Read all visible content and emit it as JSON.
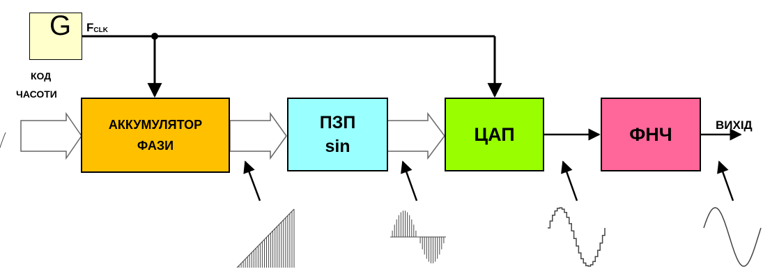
{
  "generator": {
    "symbol": "G",
    "clock_label": "F",
    "clock_subscript": "CLK",
    "color": "#ffffcc"
  },
  "input_label": {
    "line1": "КОД",
    "line2": "ЧАСОТИ"
  },
  "blocks": [
    {
      "id": "accumulator",
      "line1": "АККУМУЛЯТОР",
      "line2": "ФАЗИ",
      "color": "#ffc000"
    },
    {
      "id": "rom",
      "line1": "ПЗП",
      "line2": "sin",
      "color": "#99ffff"
    },
    {
      "id": "dac",
      "line1": "ЦАП",
      "line2": "",
      "color": "#99ff00"
    },
    {
      "id": "lpf",
      "line1": "ФНЧ",
      "line2": "",
      "color": "#ff6699"
    }
  ],
  "output_label": "ВИХІД",
  "waveforms": [
    "ramp",
    "sampled-sine",
    "stepped-sine",
    "smooth-sine"
  ]
}
